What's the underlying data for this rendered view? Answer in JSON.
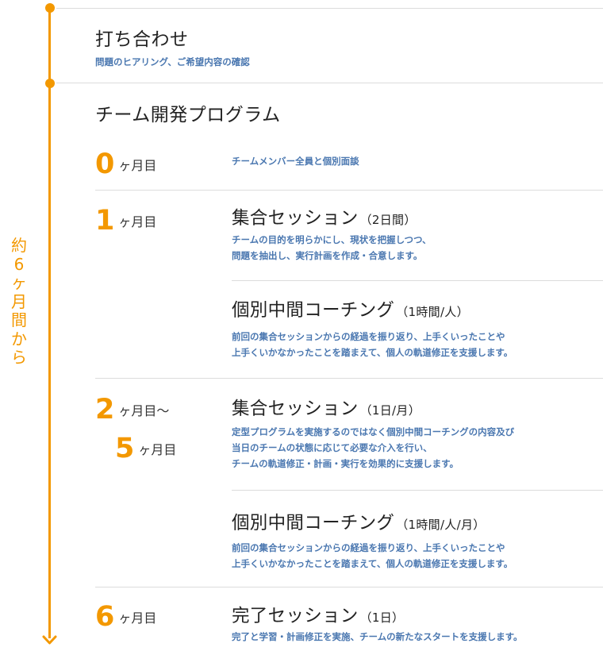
{
  "timeline": {
    "label_chars": [
      "約",
      "6",
      "ヶ",
      "月",
      "間",
      "か",
      "ら"
    ],
    "accent_color": "#f39800",
    "text_blue": "#4a77b0"
  },
  "intro": {
    "title": "打ち合わせ",
    "desc": "問題のヒアリング、ご希望内容の確認"
  },
  "program": {
    "title": "チーム開発プログラム",
    "month_unit": "ヶ月目",
    "month_unit_range": "ヶ月目〜",
    "stages": [
      {
        "month": "0",
        "items": [
          {
            "desc": "チームメンバー全員と個別面談"
          }
        ]
      },
      {
        "month": "1",
        "items": [
          {
            "title": "集合セッション",
            "paren": "（2日間）",
            "lines": [
              "チームの目的を明らかにし、現状を把握しつつ、",
              "問題を抽出し、実行計画を作成・合意します。"
            ]
          },
          {
            "title": "個別中間コーチング",
            "paren": "（1時間/人）",
            "lines": [
              "前回の集合セッションからの経過を振り返り、上手くいったことや",
              "上手くいかなかったことを踏まえて、個人の軌道修正を支援します。"
            ]
          }
        ]
      },
      {
        "month_from": "2",
        "month_to": "5",
        "items": [
          {
            "title": "集合セッション",
            "paren": "（1日/月）",
            "lines": [
              "定型プログラムを実施するのではなく個別中間コーチングの内容及び",
              "当日のチームの状態に応じて必要な介入を行い、",
              "チームの軌道修正・計画・実行を効果的に支援します。"
            ]
          },
          {
            "title": "個別中間コーチング",
            "paren": "（1時間/人/月）",
            "lines": [
              "前回の集合セッションからの経過を振り返り、上手くいったことや",
              "上手くいかなかったことを踏まえて、個人の軌道修正を支援します。"
            ]
          }
        ]
      },
      {
        "month": "6",
        "items": [
          {
            "title": "完了セッション",
            "paren": "（1日）",
            "lines": [
              "完了と学習・計画修正を実施、チームの新たなスタートを支援します。"
            ]
          }
        ]
      }
    ]
  }
}
